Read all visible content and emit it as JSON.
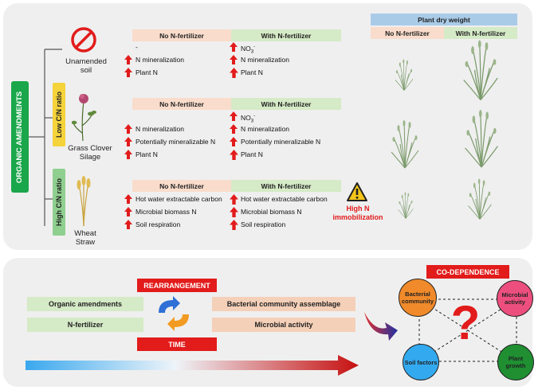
{
  "top": {
    "side_label": "ORGANIC AMENDMENTS",
    "headers": {
      "no": "No N-fertilizer",
      "with": "With N-fertilizer"
    },
    "plant_dry_weight": "Plant dry weight",
    "groups": [
      {
        "name": "Unamended soil",
        "no_rows": [
          "-",
          "N mineralization",
          "Plant N"
        ],
        "with_rows": [
          "NO3-",
          "N mineralization",
          "Plant N"
        ]
      },
      {
        "tag": "Low C/N ratio",
        "name": "Grass Clover Silage",
        "no_rows": [
          "N mineralization",
          "Potentially mineralizable N",
          "Plant N"
        ],
        "with_rows": [
          "NO3-",
          "N mineralization",
          "Potentially mineralizable N",
          "Plant N"
        ]
      },
      {
        "tag": "High C/N ratio",
        "name": "Wheat Straw",
        "no_rows": [
          "Hot water extractable carbon",
          "Microbial biomass N",
          "Soil respiration"
        ],
        "with_rows": [
          "Hot water extractable carbon",
          "Microbial biomass N",
          "Soil respiration"
        ]
      }
    ],
    "warning": "High N immobilization",
    "icons": [
      "no-entry-icon",
      "clover-icon",
      "wheat-icon",
      "warning-icon",
      "grass-plant-icon",
      "up-arrow-icon"
    ],
    "colors": {
      "no_fert": "#f9dccb",
      "with_fert": "#d5eac6",
      "pdw": "#a9cbe8",
      "green_tag": "#1aa64a",
      "yellow_tag": "#f5d33a",
      "red": "#e21b1b"
    }
  },
  "bottom": {
    "left_boxes": [
      "Organic amendments",
      "N-fertilizer"
    ],
    "right_boxes": [
      "Bacterial community assemblage",
      "Microbial activity"
    ],
    "rearrangement": "REARRANGEMENT",
    "time": "TIME",
    "codependence": "CO-DEPENDENCE",
    "nodes": {
      "bacterial": "Bacterial community",
      "microbial": "Microbial activity",
      "soil": "Soil factors",
      "plant": "Plant growth"
    },
    "question": "?"
  }
}
